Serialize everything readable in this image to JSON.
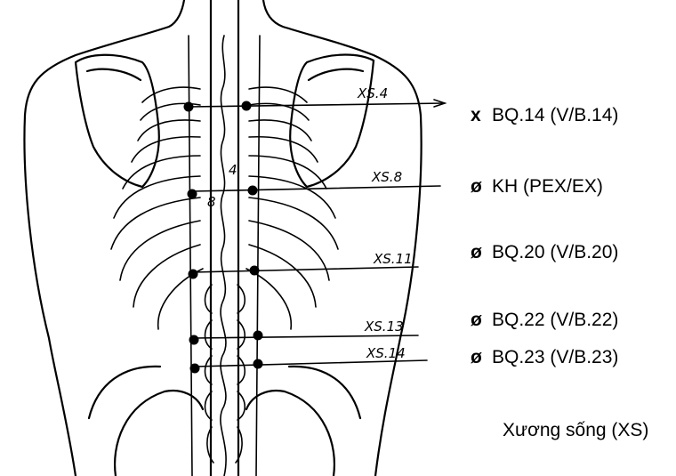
{
  "vertebra_labels": [
    {
      "text": "XS.4"
    },
    {
      "text": "XS.8"
    },
    {
      "text": "XS.11"
    },
    {
      "text": "XS.13"
    },
    {
      "text": "XS.14"
    }
  ],
  "small_numbers": {
    "four": "4",
    "eight": "8"
  },
  "points": [
    {
      "mark": "x",
      "label": "BQ.14 (V/B.14)"
    },
    {
      "mark": "ø",
      "label": "KH (PEX/EX)"
    },
    {
      "mark": "ø",
      "label": "BQ.20 (V/B.20)"
    },
    {
      "mark": "ø",
      "label": "BQ.22 (V/B.22)"
    },
    {
      "mark": "ø",
      "label": "BQ.23 (V/B.23)"
    }
  ],
  "caption": "Xương sống (XS)"
}
